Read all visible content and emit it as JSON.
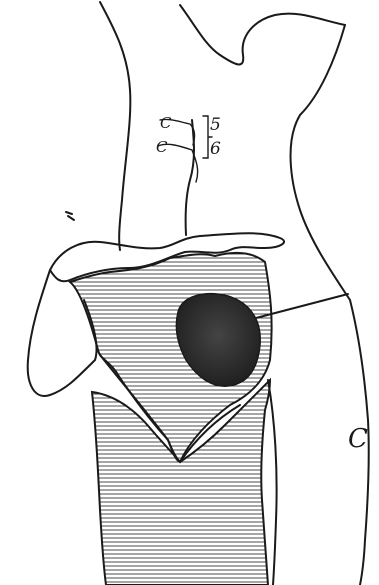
{
  "figure": {
    "spine_labels": [
      "5",
      "6"
    ],
    "spine_prefixes": [
      "C",
      "C"
    ],
    "edge_mark": "C",
    "ink_color": "#1a1a1a",
    "lesion_color": "#2b2b2b",
    "paper_color": "#ffffff"
  }
}
